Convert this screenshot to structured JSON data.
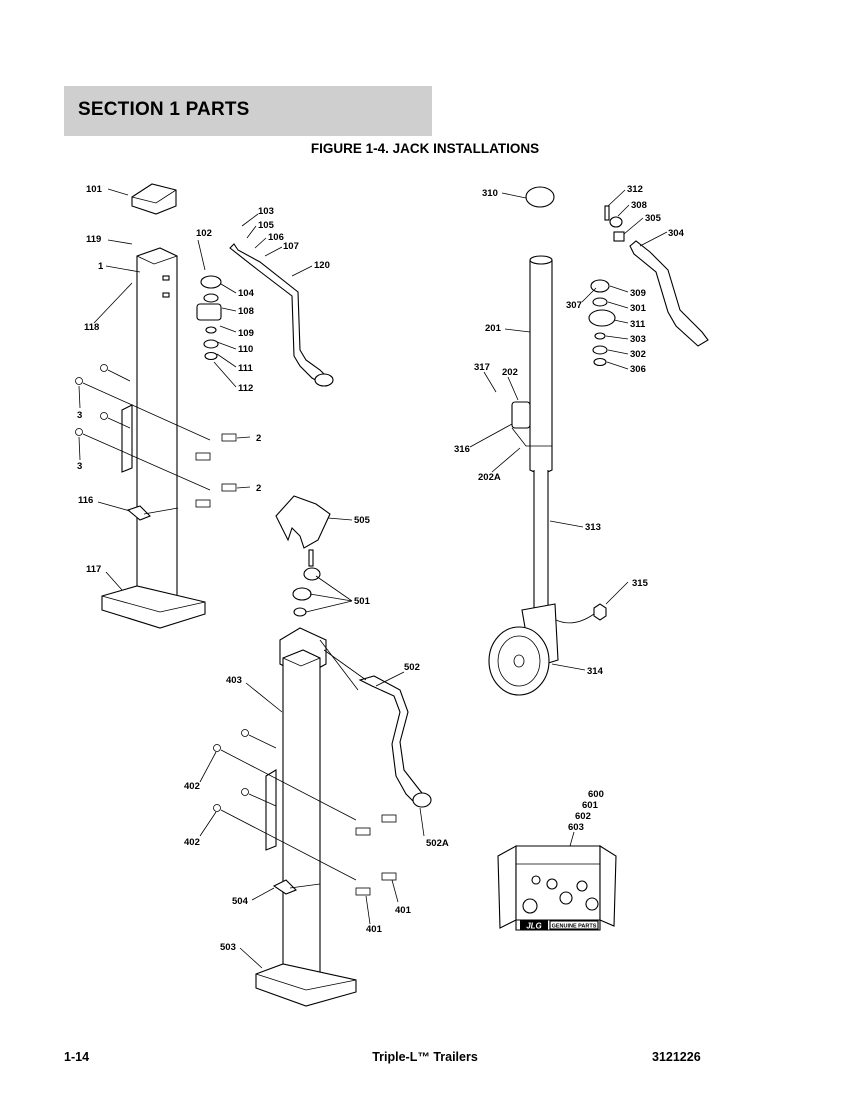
{
  "header": {
    "section_title": "SECTION 1  PARTS"
  },
  "figure": {
    "title": "FIGURE 1-4. JACK INSTALLATIONS"
  },
  "callouts": {
    "c101": "101",
    "c102": "102",
    "c103": "103",
    "c104": "104",
    "c105": "105",
    "c106": "106",
    "c107": "107",
    "c108": "108",
    "c109": "109",
    "c110": "110",
    "c111": "111",
    "c112": "112",
    "c116": "116",
    "c117": "117",
    "c118": "118",
    "c119": "119",
    "c120": "120",
    "c1": "1",
    "c2a": "2",
    "c2b": "2",
    "c3a": "3",
    "c3b": "3",
    "c201": "201",
    "c202": "202",
    "c202A": "202A",
    "c301": "301",
    "c302": "302",
    "c303": "303",
    "c304": "304",
    "c305": "305",
    "c306": "306",
    "c307": "307",
    "c308": "308",
    "c309": "309",
    "c310": "310",
    "c311": "311",
    "c312": "312",
    "c313": "313",
    "c314": "314",
    "c315": "315",
    "c316": "316",
    "c317": "317",
    "c401a": "401",
    "c401b": "401",
    "c402a": "402",
    "c402b": "402",
    "c403": "403",
    "c501": "501",
    "c502": "502",
    "c502A": "502A",
    "c503": "503",
    "c504": "504",
    "c505": "505",
    "c600": "600",
    "c601": "601",
    "c602": "602",
    "c603": "603"
  },
  "kit_box": {
    "brand_logo": "JLG",
    "label": "GENUINE PARTS"
  },
  "footer": {
    "page_number": "1-14",
    "product": "Triple-L™ Trailers",
    "doc_number": "3121226"
  }
}
